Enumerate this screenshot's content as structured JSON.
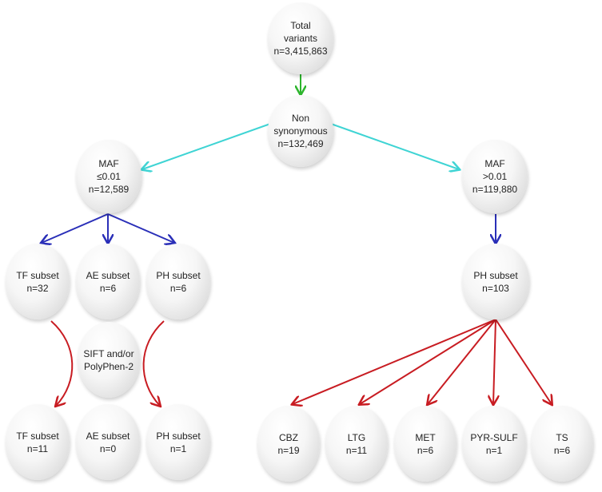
{
  "colors": {
    "green": "#2db52d",
    "cyan": "#3fd4d4",
    "blue": "#2a2fb8",
    "red": "#c81c22"
  },
  "nodes": {
    "total": [
      "Total",
      "variants",
      "n=3,415,863"
    ],
    "nonsyn": [
      "Non",
      "synonymous",
      "n=132,469"
    ],
    "maf_low": [
      "MAF",
      "≤0.01",
      "n=12,589"
    ],
    "maf_high": [
      "MAF",
      ">0.01",
      "n=119,880"
    ],
    "tf1": [
      "TF subset",
      "n=32"
    ],
    "ae1": [
      "AE subset",
      "n=6"
    ],
    "ph1": [
      "PH subset",
      "n=6"
    ],
    "ph_high": [
      "PH subset",
      "n=103"
    ],
    "sift": [
      "SIFT and/or",
      "PolyPhen-2"
    ],
    "tf2": [
      "TF subset",
      "n=11"
    ],
    "ae2": [
      "AE subset",
      "n=0"
    ],
    "ph2": [
      "PH subset",
      "n=1"
    ],
    "cbz": [
      "CBZ",
      "n=19"
    ],
    "ltg": [
      "LTG",
      "n=11"
    ],
    "met": [
      "MET",
      "n=6"
    ],
    "pyr": [
      "PYR-SULF",
      "n=1"
    ],
    "ts": [
      "TS",
      "n=6"
    ]
  }
}
